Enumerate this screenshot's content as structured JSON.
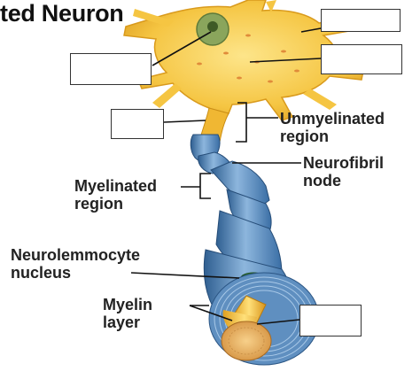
{
  "title": "ted Neuron",
  "labels": {
    "unmyelinated_line1": "Unmyelinated",
    "unmyelinated_line2": "region",
    "neurofibril_line1": "Neurofibril",
    "neurofibril_line2": "node",
    "myelinated_line1": "Myelinated",
    "myelinated_line2": "region",
    "neurolemmocyte_line1": "Neurolemmocyte",
    "neurolemmocyte_line2": "nucleus",
    "myelin_line1": "Myelin",
    "myelin_line2": "layer"
  },
  "blank_boxes": [
    "",
    "",
    "",
    "",
    ""
  ],
  "colors": {
    "cell_body": "#f5c542",
    "cell_body_shadow": "#d99a1c",
    "nucleus": "#7f9a52",
    "axon_sheath": "#6b9bc9",
    "axon_sheath_dark": "#2f5f91",
    "axon_core": "#f0b733",
    "label_text": "#222222",
    "leader_line": "#111111"
  }
}
